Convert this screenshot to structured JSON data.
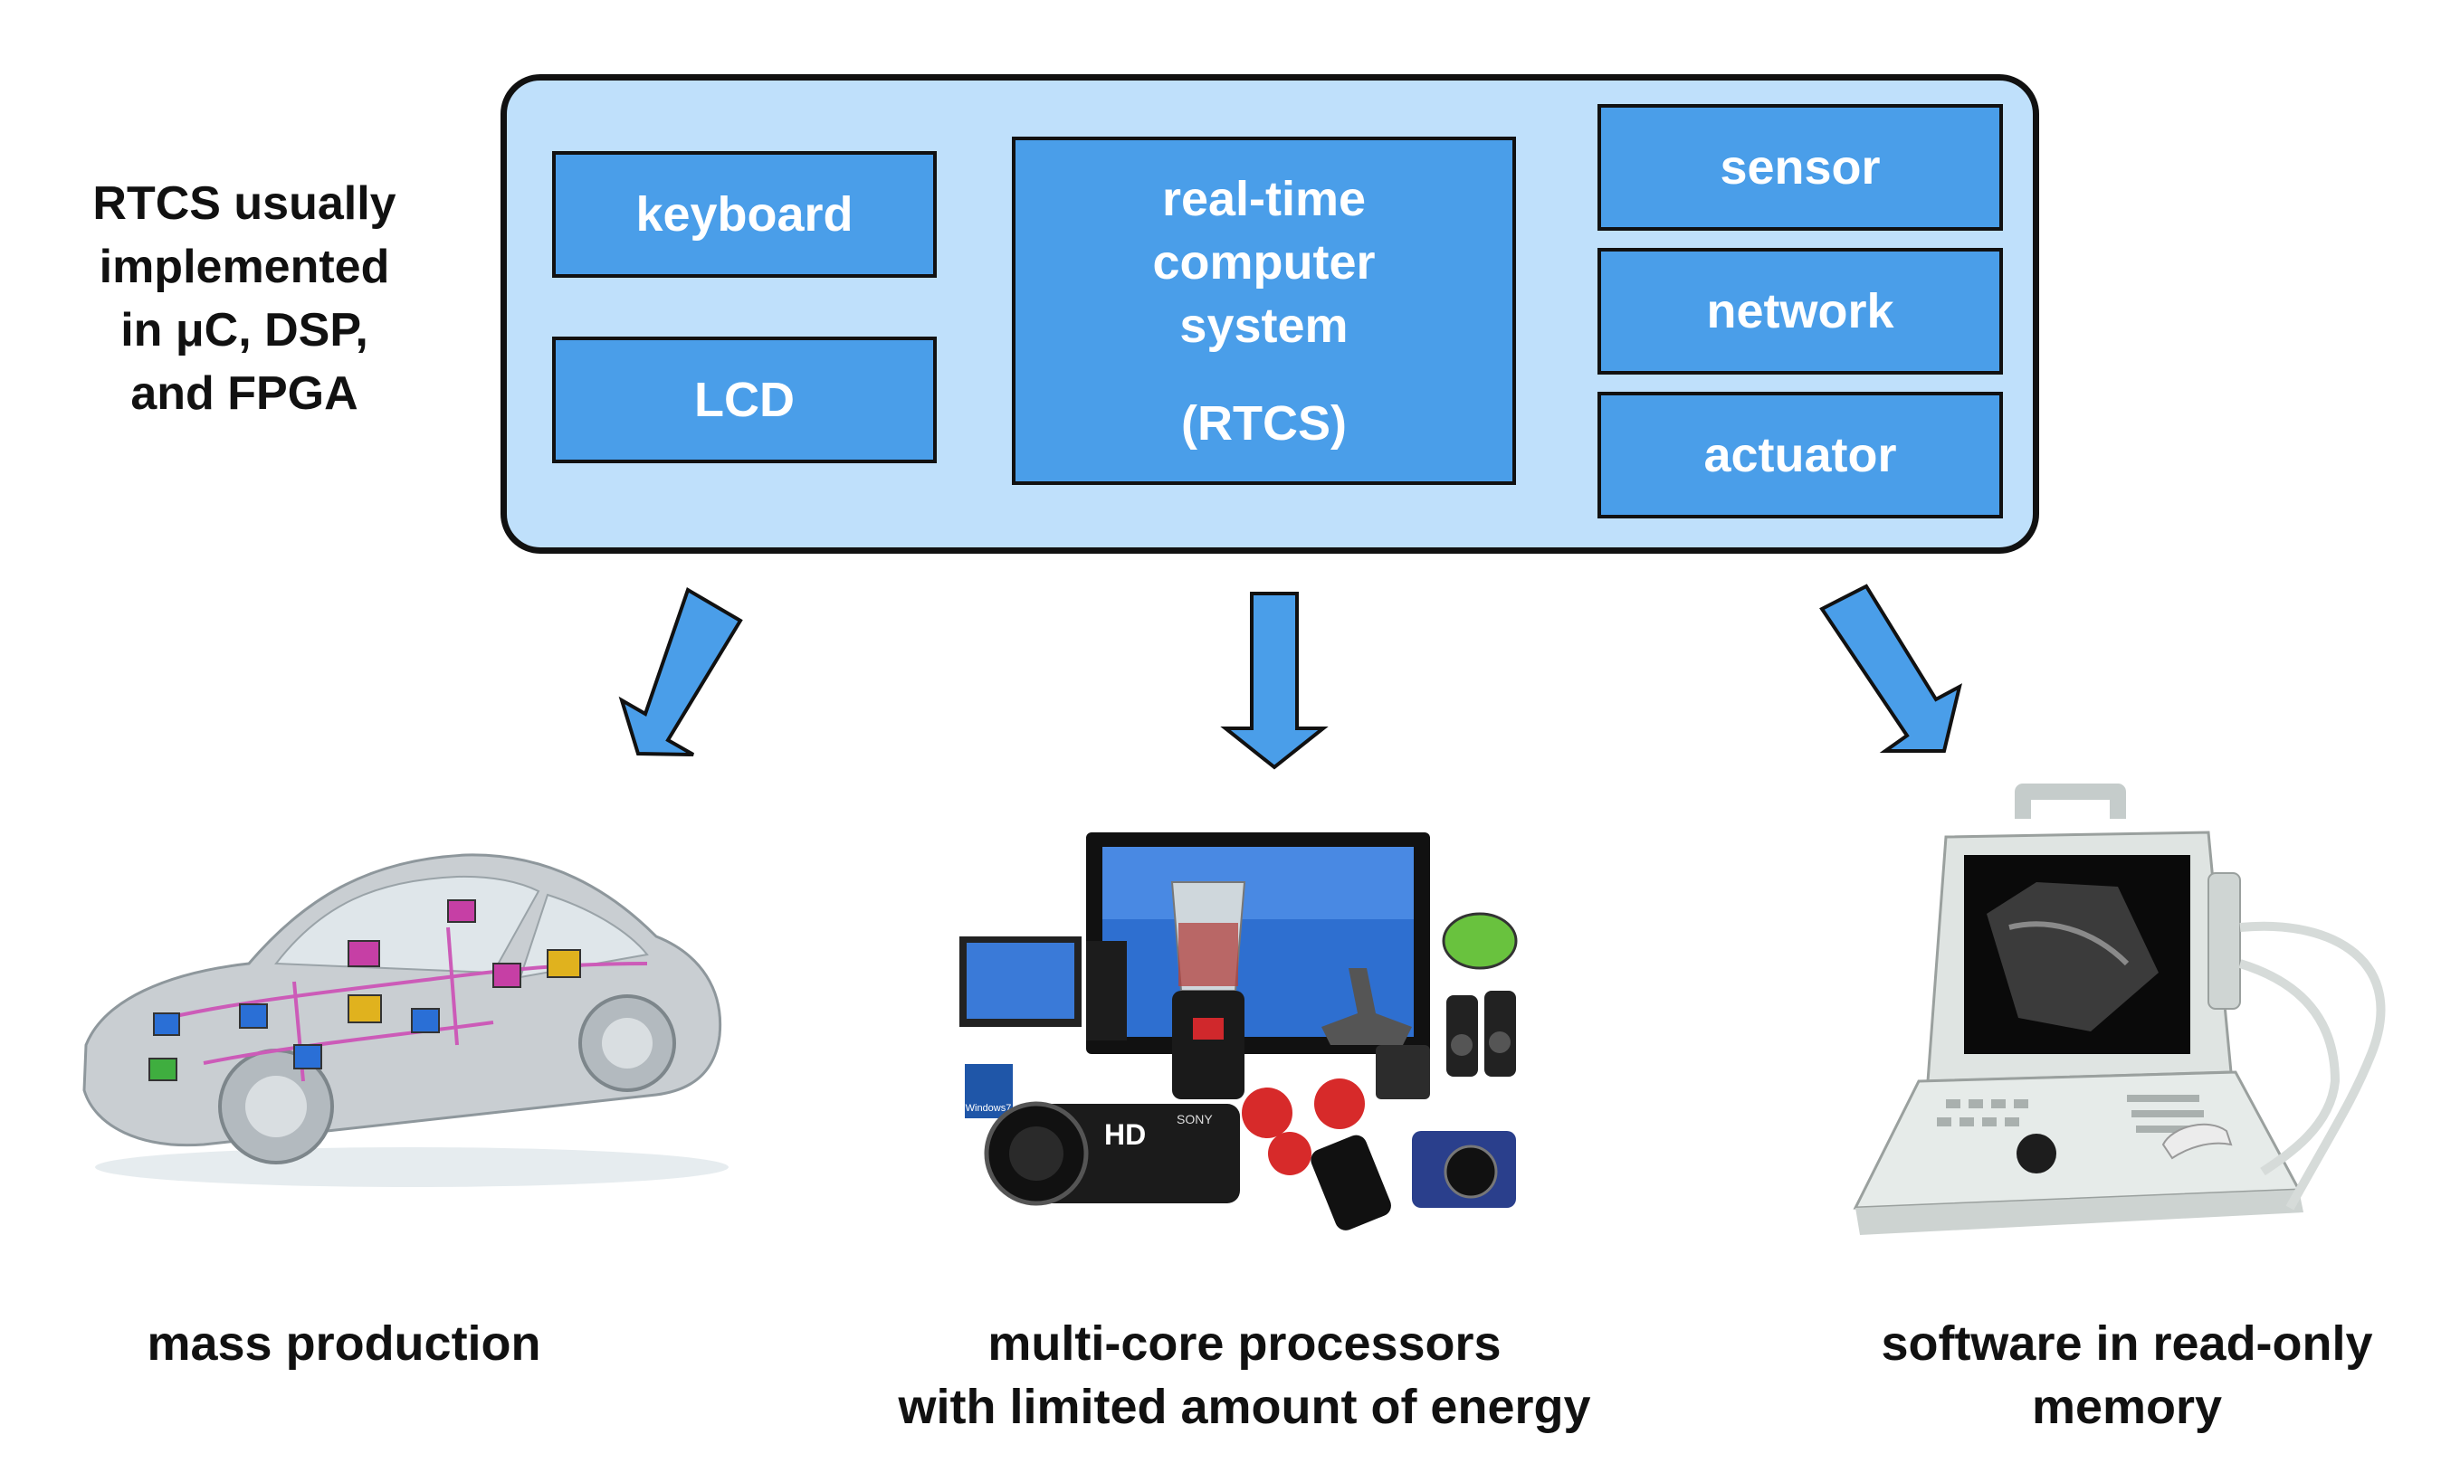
{
  "side_note": [
    "RTCS usually",
    "implemented",
    "in μC, DSP,",
    "and FPGA"
  ],
  "system": {
    "keyboard": "keyboard",
    "lcd": "LCD",
    "center_lines": [
      "real-time",
      "computer",
      "system"
    ],
    "center_abbr": "(RTCS)",
    "sensor": "sensor",
    "network": "network",
    "actuator": "actuator"
  },
  "captions": {
    "left": [
      "mass production"
    ],
    "middle": [
      "multi-core processors",
      "with limited amount of energy"
    ],
    "right": [
      "software in read-only",
      "memory"
    ]
  },
  "device_labels": {
    "windows_badge": "Windows7",
    "camcorder_hd": "HD",
    "camcorder_brand": "SONY"
  },
  "colors": {
    "frame_fill": "#bfe0fb",
    "block_fill": "#4a9ee9",
    "arrow_fill": "#4a9ee9",
    "outline": "#111111"
  }
}
